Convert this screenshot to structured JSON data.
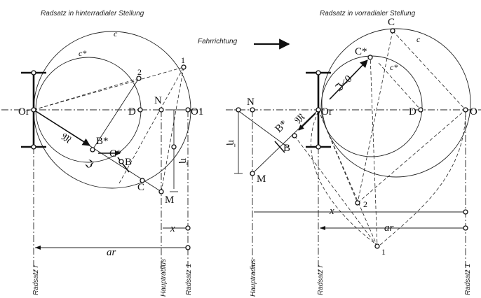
{
  "left": {
    "title": "Radsatz in hinterradialer Stellung",
    "labels": {
      "c": "c",
      "c_star": "c*",
      "p1": "1",
      "p2": "2",
      "N": "N",
      "O_r": "Or",
      "D": "D",
      "O_1": "O1",
      "M_vec": "𝔐",
      "B_star": "B*",
      "C_star": "C*",
      "B": "B",
      "J_vec": "ℑ",
      "C": "C",
      "M": "M",
      "eta": "η̄",
      "x": "x",
      "a_r": "ar"
    },
    "vlabels": {
      "radsatz_r": "Radsatz r",
      "hauptradius": "Hauptradius",
      "radsatz_1": "Radsatz 1"
    }
  },
  "direction": {
    "label": "Fahrrichtung"
  },
  "right": {
    "title": "Radsatz in vorradialer Stellung",
    "labels": {
      "C": "C",
      "c": "c",
      "C_star": "C*",
      "c_star": "c*",
      "J_ineq": "ℑ<0",
      "N": "N",
      "O_r": "Or",
      "D": "D",
      "O": "O",
      "B_star": "B*",
      "M_vec": "𝔐",
      "B": "B",
      "eta": "η̄",
      "M": "M",
      "p2": "2",
      "x": "x",
      "a_r": "ar",
      "p1": "1"
    },
    "vlabels": {
      "hauptradius": "Hauptradius",
      "radsatz_r": "Radsatz r",
      "radsatz_1": "Radsatz 1"
    }
  }
}
